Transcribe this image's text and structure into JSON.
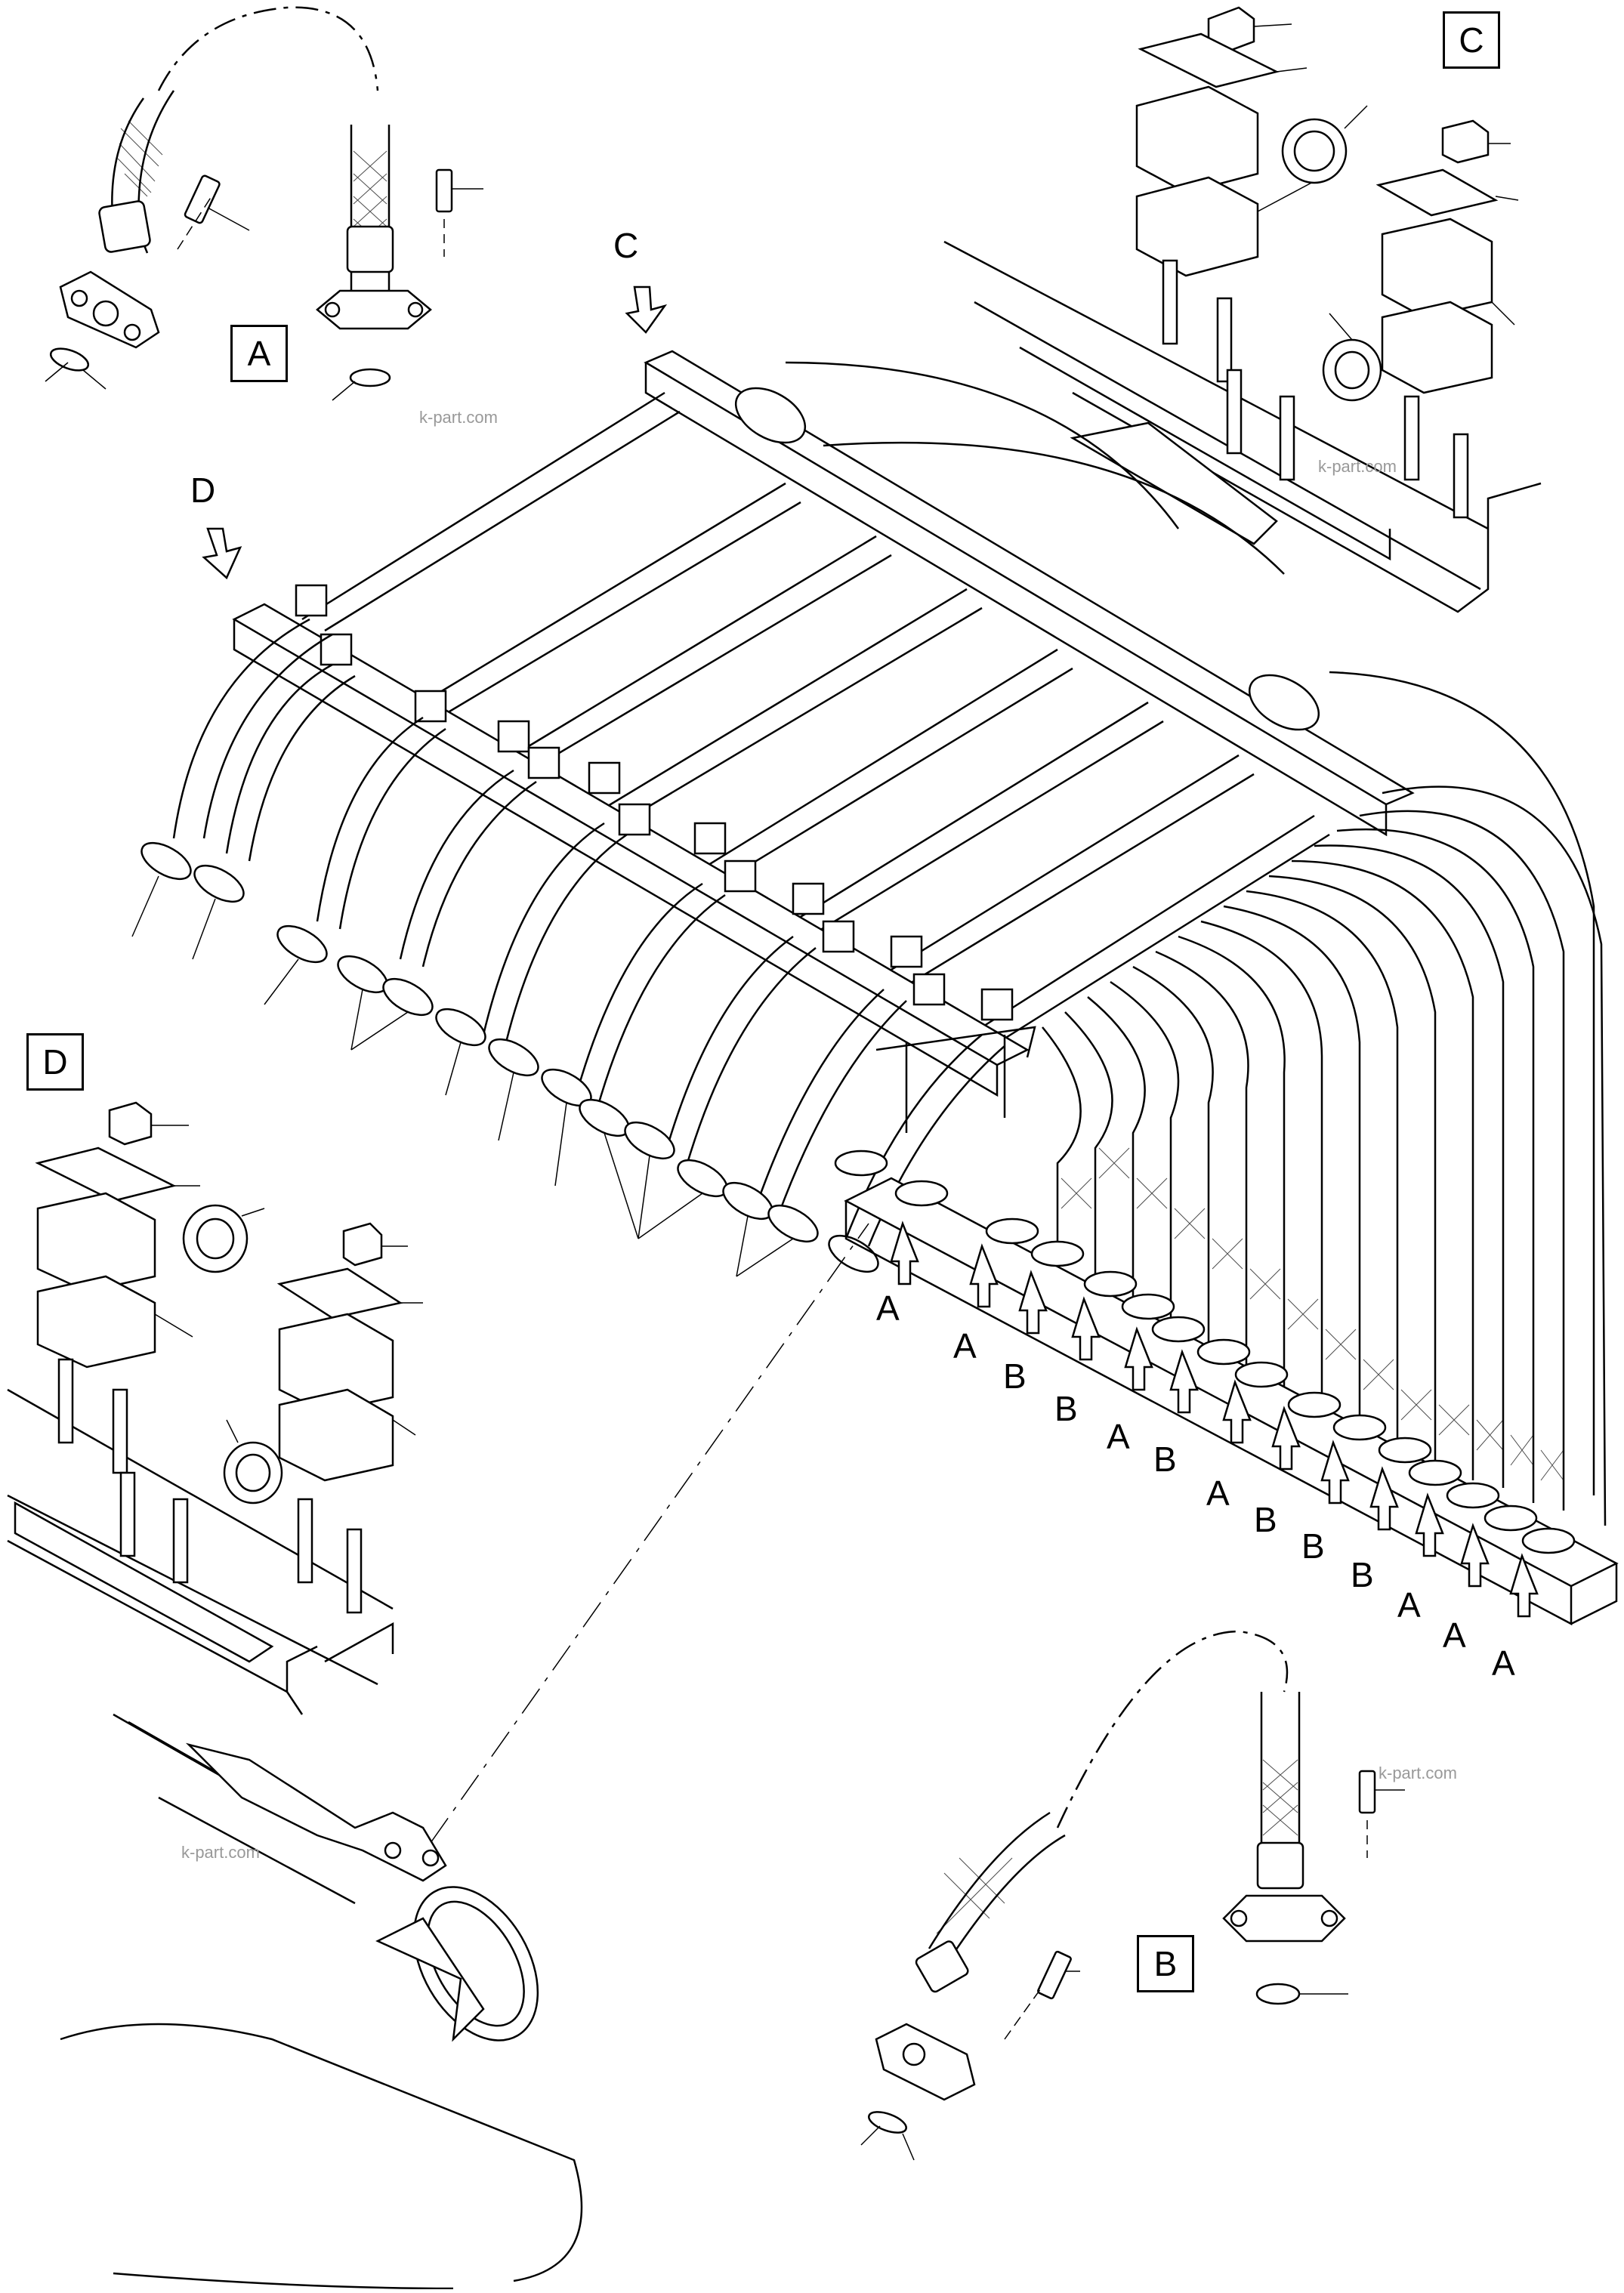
{
  "callouts": {
    "box_A": "A",
    "box_B": "B",
    "box_C": "C",
    "box_D": "D"
  },
  "view_arrows": {
    "C": "C",
    "D": "D"
  },
  "port_labels": [
    "A",
    "A",
    "B",
    "B",
    "A",
    "B",
    "A",
    "B",
    "B",
    "B",
    "A",
    "A",
    "A"
  ],
  "watermark": "k-part.com",
  "colors": {
    "line": "#000000",
    "background": "#ffffff",
    "watermark": "#999999"
  }
}
